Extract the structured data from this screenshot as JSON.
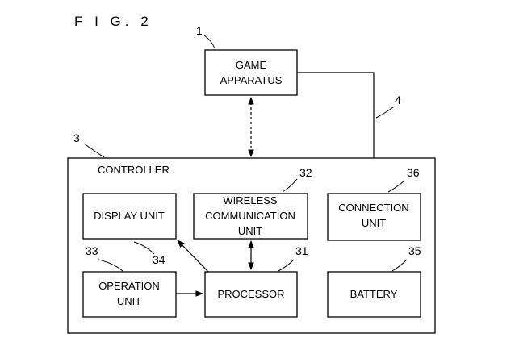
{
  "figure_label": "F I G. 2",
  "controller": {
    "label": "CONTROLLER",
    "ref": "3"
  },
  "game_apparatus": {
    "line1": "GAME",
    "line2": "APPARATUS",
    "ref": "1"
  },
  "cable": {
    "ref": "4"
  },
  "display_unit": {
    "label": "DISPLAY UNIT",
    "ref": "34"
  },
  "wireless_unit": {
    "line1": "WIRELESS",
    "line2": "COMMUNICATION",
    "line3": "UNIT",
    "ref": "32"
  },
  "connection_unit": {
    "line1": "CONNECTION",
    "line2": "UNIT",
    "ref": "36"
  },
  "operation_unit": {
    "line1": "OPERATION",
    "line2": "UNIT",
    "ref": "33"
  },
  "processor": {
    "label": "PROCESSOR",
    "ref": "31"
  },
  "battery": {
    "label": "BATTERY",
    "ref": "35"
  }
}
